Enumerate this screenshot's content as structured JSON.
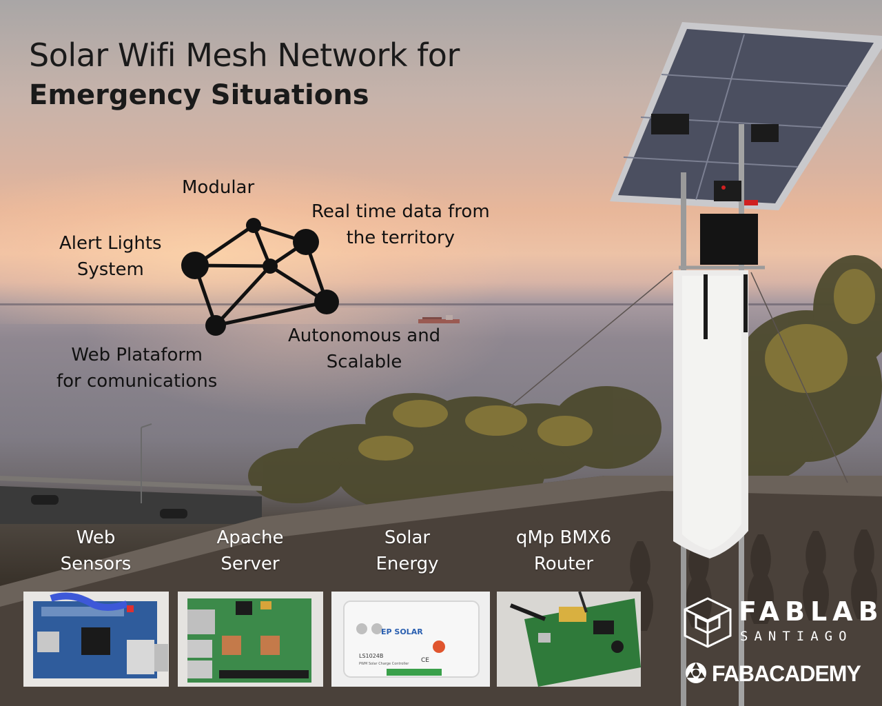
{
  "title": {
    "line1": "Solar Wifi Mesh Network for",
    "line2": "Emergency Situations"
  },
  "features": {
    "modular": "Modular",
    "realtime_line1": "Real time data from",
    "realtime_line2": "the territory",
    "alert_line1": "Alert Lights",
    "alert_line2": "System",
    "autonomous_line1": "Autonomous and",
    "autonomous_line2": "Scalable",
    "web_line1": "Web Plataform",
    "web_line2": "for comunications"
  },
  "components": [
    {
      "line1": "Web",
      "line2": "Sensors"
    },
    {
      "line1": "Apache",
      "line2": "Server"
    },
    {
      "line1": "Solar",
      "line2": "Energy"
    },
    {
      "line1": "qMp BMX6",
      "line2": "Router"
    }
  ],
  "photo_text": {
    "controller_brand": "EP SOLAR",
    "controller_model": "LS1024B",
    "controller_sub": "PWM Solar Charge Controller",
    "controller_ce": "CE"
  },
  "logos": {
    "fablab": "FABLAB",
    "santiago": "SANTIAGO",
    "fabacademy": "FABACADEMY"
  },
  "icons": {
    "mesh": "mesh-network-icon",
    "fablab": "fablab-cube-logo",
    "fabacademy": "fabacademy-logo"
  },
  "colors": {
    "title_text": "#1a1a1a",
    "label_text": "#ffffff",
    "mesh": "#111111"
  }
}
